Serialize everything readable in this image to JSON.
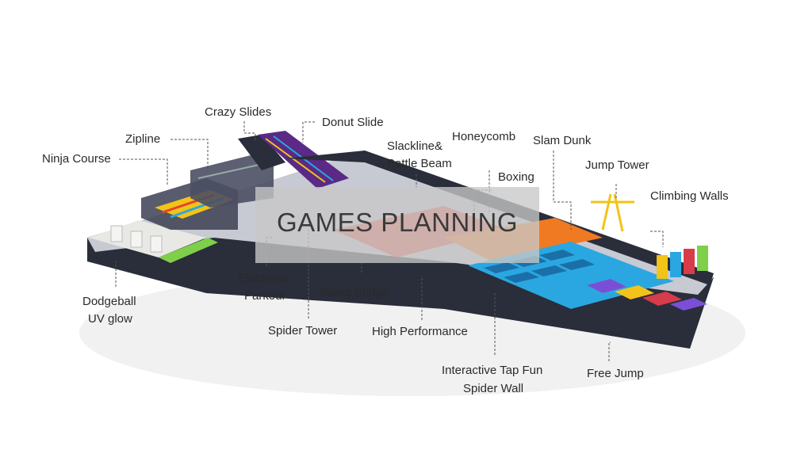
{
  "title": "GAMES PLANNING",
  "labels": {
    "crazy_slides": "Crazy Slides",
    "donut_slide": "Donut Slide",
    "zipline": "Zipline",
    "ninja_course": "Ninja Course",
    "slackline": "Slackline&",
    "battle_beam": "Battle Beam",
    "honeycomb": "Honeycomb",
    "slam_dunk": "Slam Dunk",
    "boxing": "Boxing",
    "jump_tower": "Jump Tower",
    "climbing_walls": "Climbing Walls",
    "electronic": "Electronic",
    "parkour": "Parkour",
    "swing_bridge": "Swing Bridge",
    "dodgeball": "Dodgeball",
    "uv_glow": "UV glow",
    "spider_tower": "Spider Tower",
    "high_performance": "High Performance",
    "interactive_tap_fun": "Interactive Tap Fun",
    "spider_wall": "Spider Wall",
    "free_jump": "Free Jump"
  },
  "colors": {
    "wall_dark": "#1f2230",
    "floor_grey": "#b9bcc4",
    "trampoline_blue": "#2aa7e0",
    "pad_purple": "#7a4fd6",
    "accent_yellow": "#f2c318",
    "accent_orange": "#f07a22",
    "accent_red": "#d63c4a",
    "slide_purple": "#5a2a86",
    "label_text": "#2a2a2a",
    "leader_line": "#555555"
  }
}
